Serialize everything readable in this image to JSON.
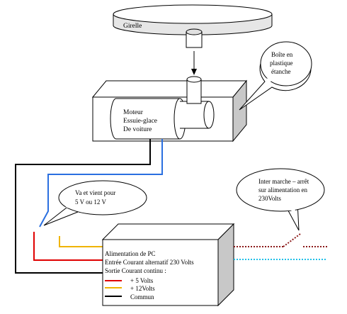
{
  "labels": {
    "girelle": "Girelle",
    "boite_line1": "Boîte en",
    "boite_line2": "plastique",
    "boite_line3": "étanche",
    "moteur_line1": "Moteur",
    "moteur_line2": "Essuie-glace",
    "moteur_line3": "De voiture",
    "inter_line1": "Inter marche – arrêt",
    "inter_line2": "sur alimentation en",
    "inter_line3": "230Volts",
    "vaet_line1": "Va et vient pour",
    "vaet_line2": "5 V ou 12 V",
    "psu_line1": "Alimentation de PC",
    "psu_line2": "Entrée Courant alternatif  230 Volts",
    "psu_line3": "Sortie Courant continu :"
  },
  "legend": [
    {
      "label": "+ 5 Volts",
      "color": "#e00000"
    },
    {
      "label": "+ 12Volts",
      "color": "#f0b400"
    },
    {
      "label": "Commun",
      "color": "#000000"
    }
  ],
  "colors": {
    "wire_red": "#e00000",
    "wire_yellow": "#f0b400",
    "wire_black": "#000000",
    "wire_blue": "#2a6fe0",
    "mains_brown": "#8b1a1a",
    "mains_cyan": "#22c0e8",
    "box_shade": "#c8c8c8"
  }
}
